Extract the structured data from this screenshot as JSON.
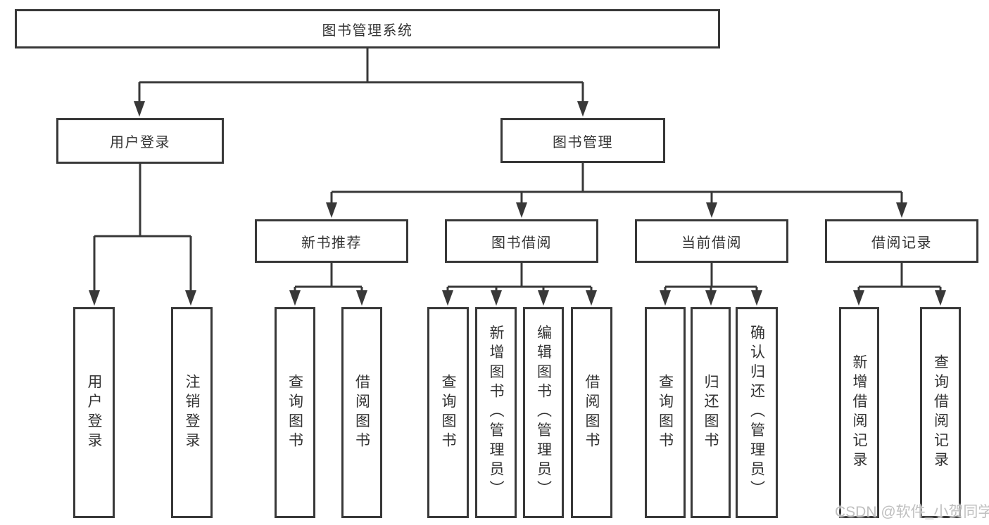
{
  "colors": {
    "line": "#383838",
    "box_border": "#383838",
    "text": "#333333",
    "background": "#ffffff",
    "watermark": "#bfbfbf"
  },
  "diagram": {
    "root": {
      "label": "图书管理系统"
    },
    "branches": {
      "user_login": {
        "label": "用户登录",
        "children": [
          {
            "label": "用户登录"
          },
          {
            "label": "注销登录"
          }
        ]
      },
      "book_mgmt": {
        "label": "图书管理",
        "children": [
          {
            "label": "新书推荐",
            "children": [
              {
                "label": "查询图书"
              },
              {
                "label": "借阅图书"
              }
            ]
          },
          {
            "label": "图书借阅",
            "children": [
              {
                "label": "查询图书"
              },
              {
                "label": "新增图书（管理员）"
              },
              {
                "label": "编辑图书（管理员）"
              },
              {
                "label": "借阅图书"
              }
            ]
          },
          {
            "label": "当前借阅",
            "children": [
              {
                "label": "查询图书"
              },
              {
                "label": "归还图书"
              },
              {
                "label": "确认归还（管理员）"
              }
            ]
          },
          {
            "label": "借阅记录",
            "children": [
              {
                "label": "新增借阅记录"
              },
              {
                "label": "查询借阅记录"
              }
            ]
          }
        ]
      }
    }
  },
  "watermark": {
    "text": "CSDN @软件_小贺同学"
  }
}
